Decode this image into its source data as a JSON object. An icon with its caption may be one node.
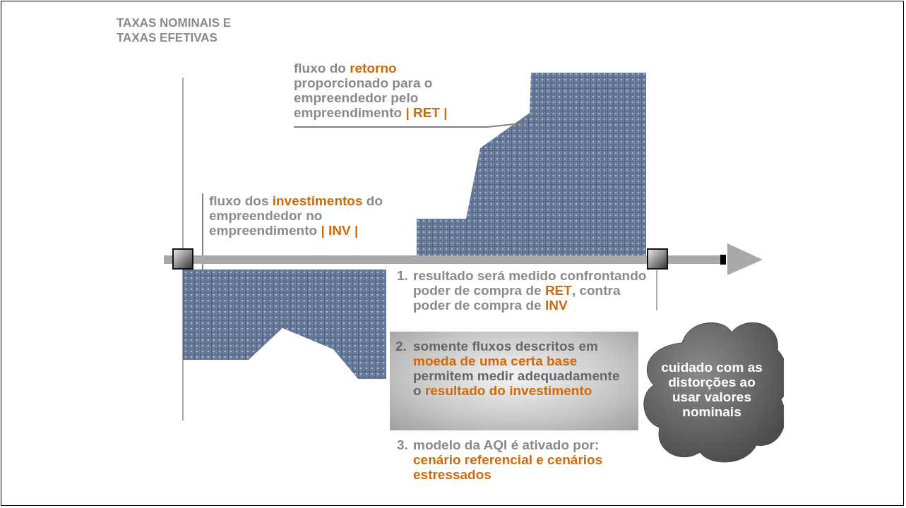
{
  "diagram": {
    "title": "TAXAS NOMINAIS E TAXAS EFETIVAS",
    "nodes": [
      {
        "text": [
          "fluxo do **retorno** proporcionado para o empreendedor pelo empreendimento **| RET |**"
        ]
      },
      {
        "text": [
          "fluxo dos **investimentos** do empreendedor no empreendimento **| INV |**"
        ]
      },
      {
        "text": [],
        "shape": "picture"
      },
      {
        "text": [],
        "shape": "picture"
      },
      {
        "text": [
          "2.",
          "somente fluxos descritos em **moeda de uma certa base** permitem medir adequadamente o **resultado do investimento**"
        ]
      },
      {
        "text": [
          "cuidado com as distorções ao usar valores nominais"
        ]
      }
    ],
    "edges": [
      {
        "from": 0,
        "to": 2,
        "arrow": "none"
      },
      {
        "from": 1,
        "to": 3,
        "arrow": "none"
      }
    ],
    "labels": [
      "1.",
      "resultado será medido confrontando poder de compra de **RET**, contra poder de compra de **INV**",
      "3.",
      "modelo da AQI é ativado por: **cenário referencial e cenários estressados**"
    ]
  }
}
